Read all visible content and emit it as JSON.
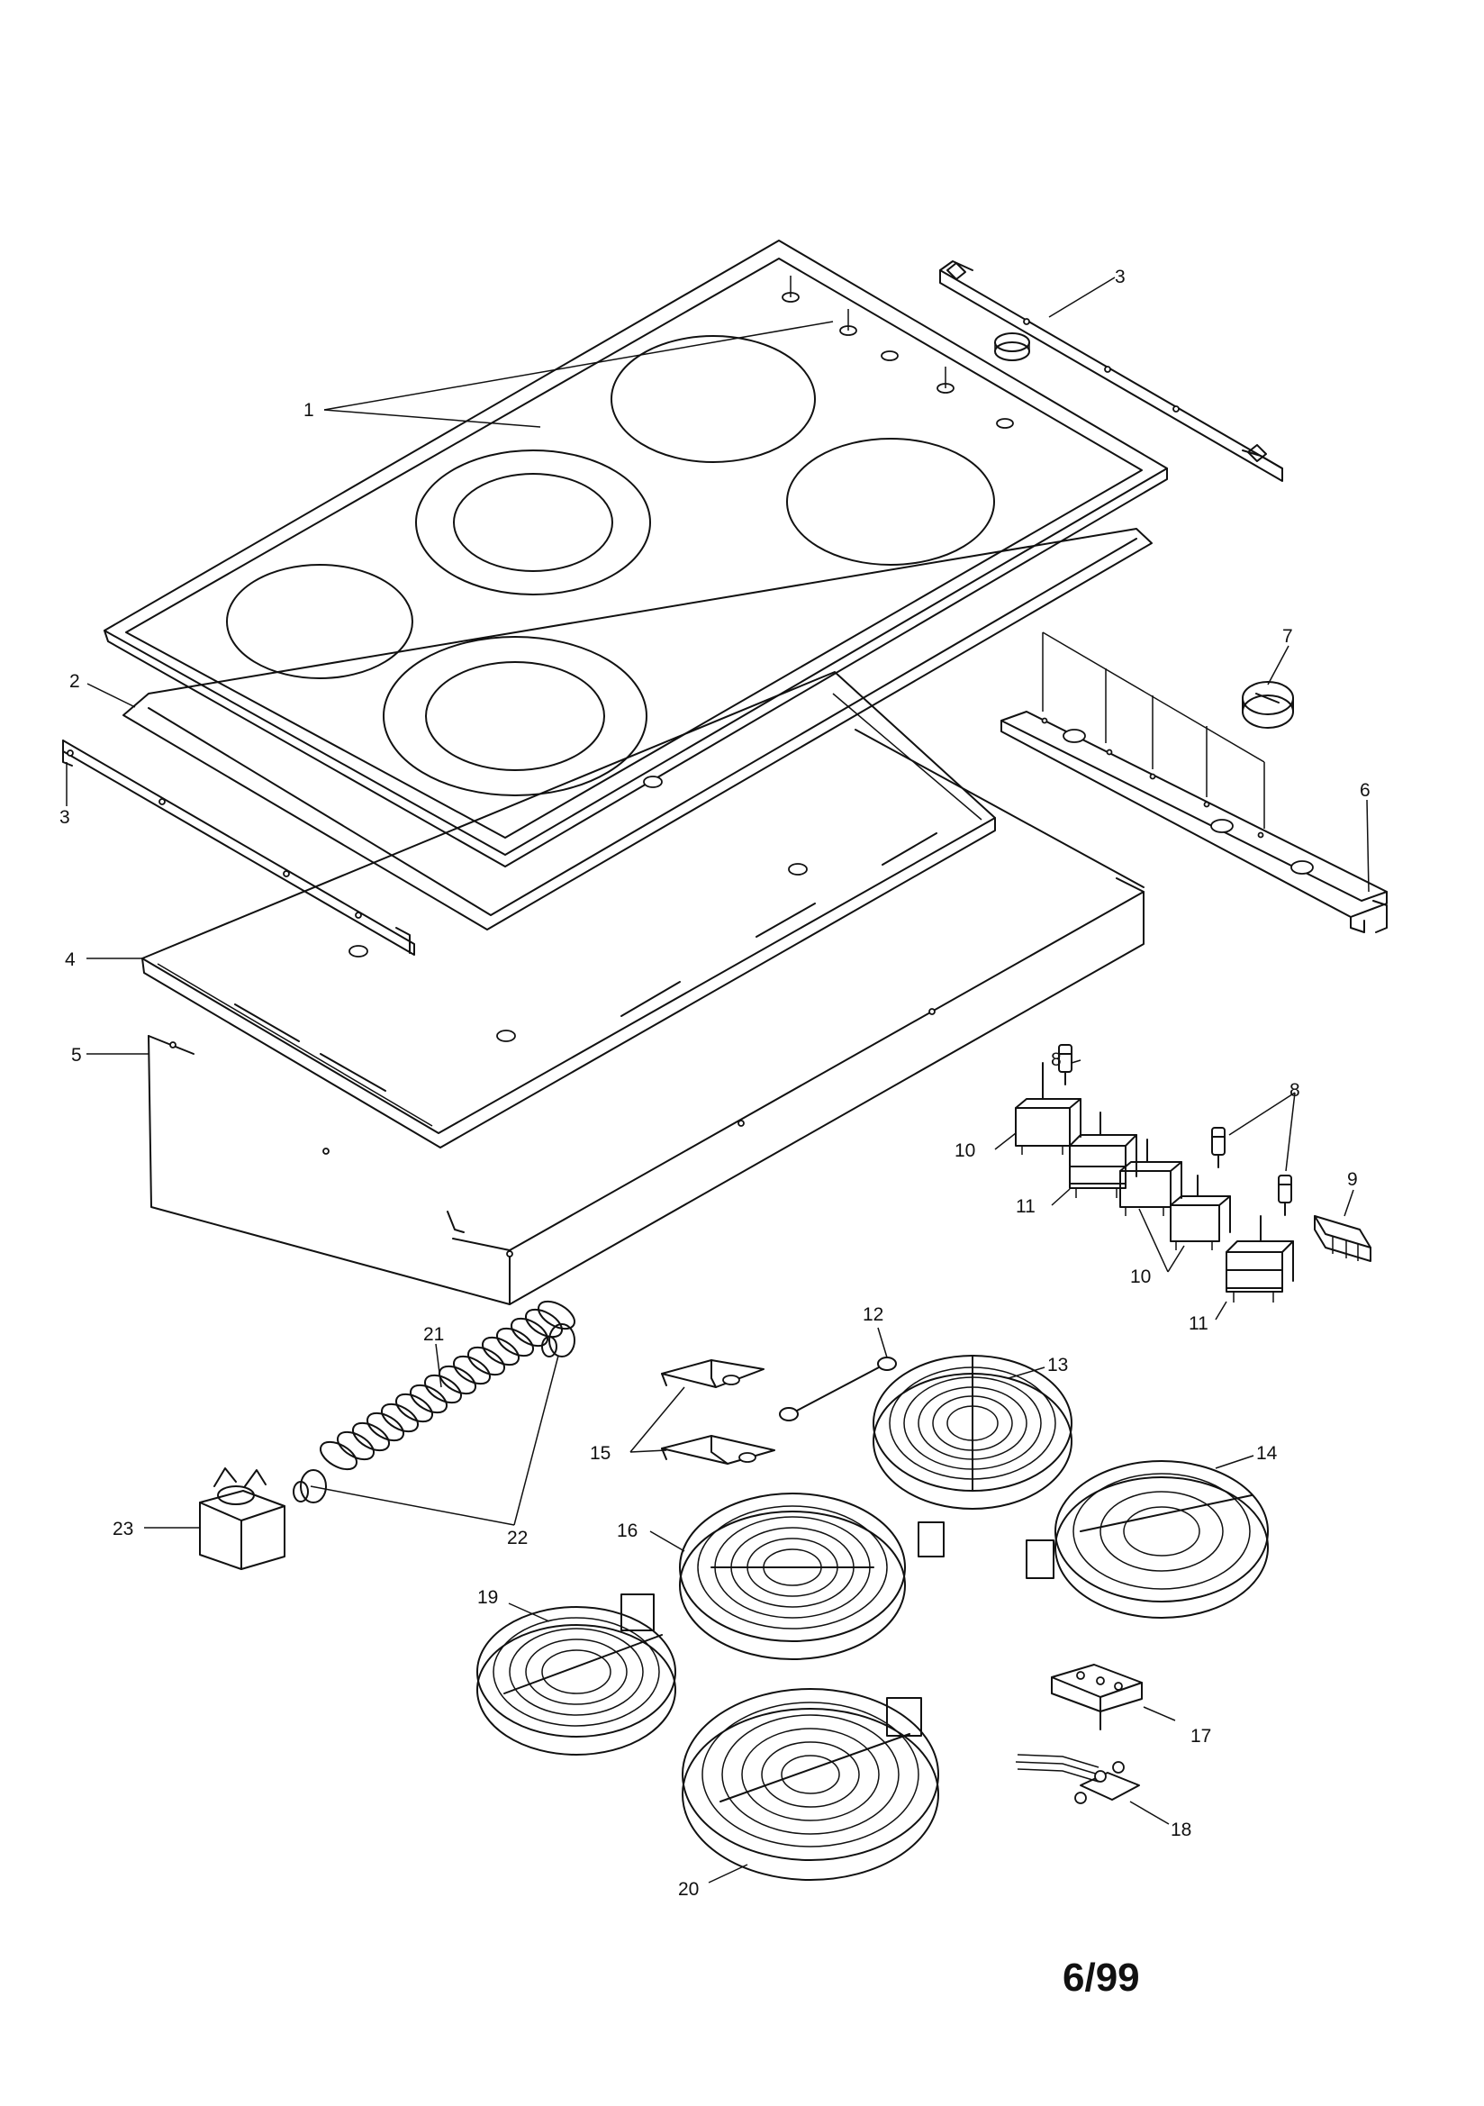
{
  "callouts": {
    "c1": "1",
    "c2": "2",
    "c3a": "3",
    "c3b": "3",
    "c4": "4",
    "c5": "5",
    "c6": "6",
    "c7": "7",
    "c8a": "8",
    "c8b": "8",
    "c9": "9",
    "c10a": "10",
    "c10b": "10",
    "c11a": "11",
    "c11b": "11",
    "c12": "12",
    "c13": "13",
    "c14": "14",
    "c15": "15",
    "c16": "16",
    "c17": "17",
    "c18": "18",
    "c19": "19",
    "c20": "20",
    "c21": "21",
    "c22": "22",
    "c23": "23"
  },
  "page_stamp": "6/99"
}
